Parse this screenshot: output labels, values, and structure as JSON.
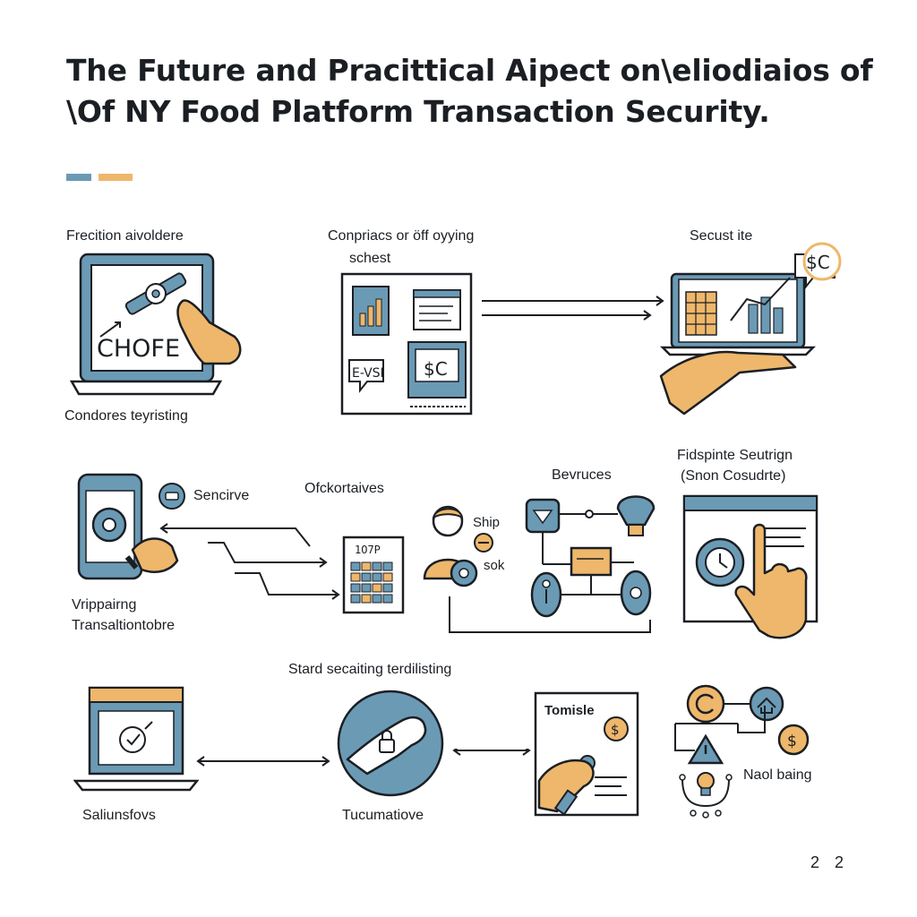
{
  "header": {
    "title_line1": "The Future and Pracittical Aipect on\\eliodiaios of",
    "title_line2": "\\Of NY Food Platform  Transaction Security.",
    "accent_colors": [
      "#6b9ab5",
      "#eeb76b"
    ]
  },
  "colors": {
    "blue": "#6b9ab5",
    "light_blue": "#dbe8f0",
    "orange": "#eeb76b",
    "ink": "#1b1f24"
  },
  "row1": {
    "panel1": {
      "top_label": "Frecition aivoldere",
      "bottom_label": "Condores teyristing",
      "screen_text": "CHOFE"
    },
    "panel2": {
      "top_label_line1": "Conpriacs or öff oyying",
      "top_label_line2": "schest",
      "bubble_text": "E-VSI",
      "screen_text": "$C"
    },
    "panel3": {
      "top_label": "Secust ite",
      "bubble_text": "$C"
    }
  },
  "row2": {
    "left": {
      "badge_label": "Sencirve",
      "bottom_label_line1": "Vrippairng",
      "bottom_label_line2": "Transaltiontobre"
    },
    "middle": {
      "top_label": "Ofckortaives",
      "calendar_header": "1O7P"
    },
    "network": {
      "top_label": "Bevruces",
      "label_ship": "Ship",
      "label_sok": "sok"
    },
    "right": {
      "top_label_line1": "Fidspinte Seutrign",
      "top_label_line2": "(Snon Cosudrte)"
    }
  },
  "row3": {
    "laptop": {
      "bottom_label": "Saliunsfovs"
    },
    "circle": {
      "top_label": "Stard secaiting terdilisting",
      "bottom_label": "Tucumatiove"
    },
    "document": {
      "title": "Tomisle",
      "coin": "$"
    },
    "tree": {
      "label": "Naol baing",
      "coin": "$"
    }
  },
  "footer": {
    "page_number": "2 2"
  }
}
